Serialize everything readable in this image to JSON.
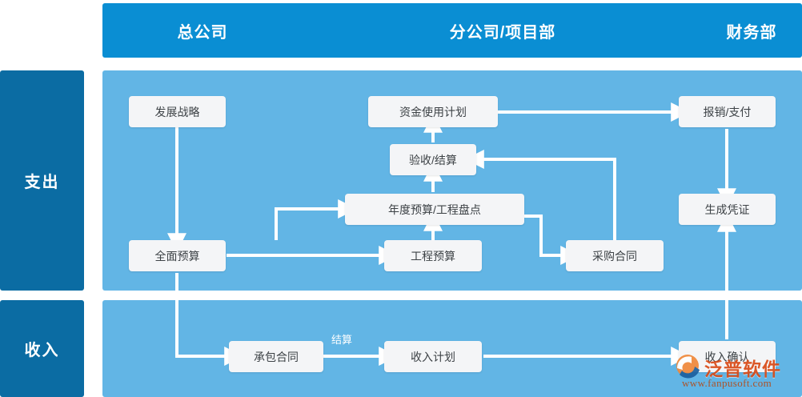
{
  "header": {
    "columns": [
      {
        "label": "总公司"
      },
      {
        "label": "分公司/项目部"
      },
      {
        "label": "财务部"
      }
    ]
  },
  "rails": {
    "expense": "支出",
    "income": "收入"
  },
  "nodes": {
    "fazhanzhanlue": "发展战略",
    "quanmianyusuan": "全面预算",
    "zijinshiyongjihua": "资金使用计划",
    "yanshoujiesuan": "验收/结算",
    "niandu": "年度预算/工程盘点",
    "gongchengyusuan": "工程预算",
    "caigouhetong": "采购合同",
    "baoxiaozhifu": "报销/支付",
    "shengchengpingzheng": "生成凭证",
    "chengbaohetong": "承包合同",
    "shourujihua": "收入计划",
    "shouruqueren": "收入确认"
  },
  "edge_labels": {
    "jiesuan": "结算"
  },
  "watermark": {
    "brand": "泛普软件",
    "url": "www.fanpusoft.com"
  },
  "colors": {
    "header_blue": "#0a8ed3",
    "rail_blue": "#0b6ca3",
    "panel_blue": "#62b5e5",
    "node_bg": "#f4f5f7",
    "node_text": "#3d4246",
    "connector": "#ffffff",
    "watermark_orange": "#d94a16"
  }
}
